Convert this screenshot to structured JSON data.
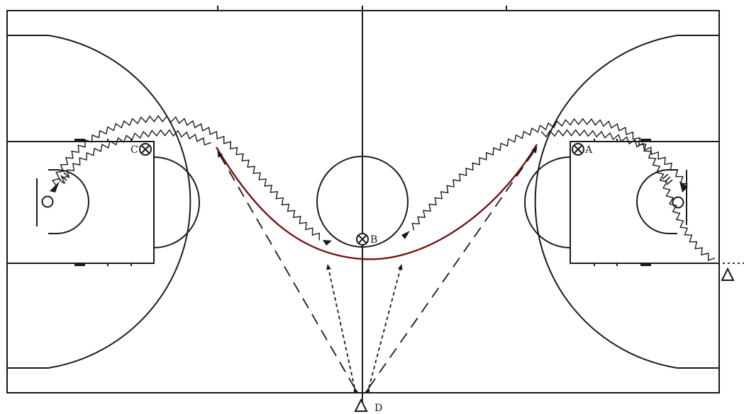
{
  "players": {
    "a": {
      "label": "A"
    },
    "b": {
      "label": "B"
    },
    "c": {
      "label": "C"
    },
    "d": {
      "label": "D"
    }
  },
  "colors": {
    "lines": "#1a1a1a",
    "ball_path": "#7a1010",
    "background": "#ffffff"
  },
  "icons": {
    "defender_marker": "circle-x-icon",
    "offense_marker": "triangle-icon"
  }
}
